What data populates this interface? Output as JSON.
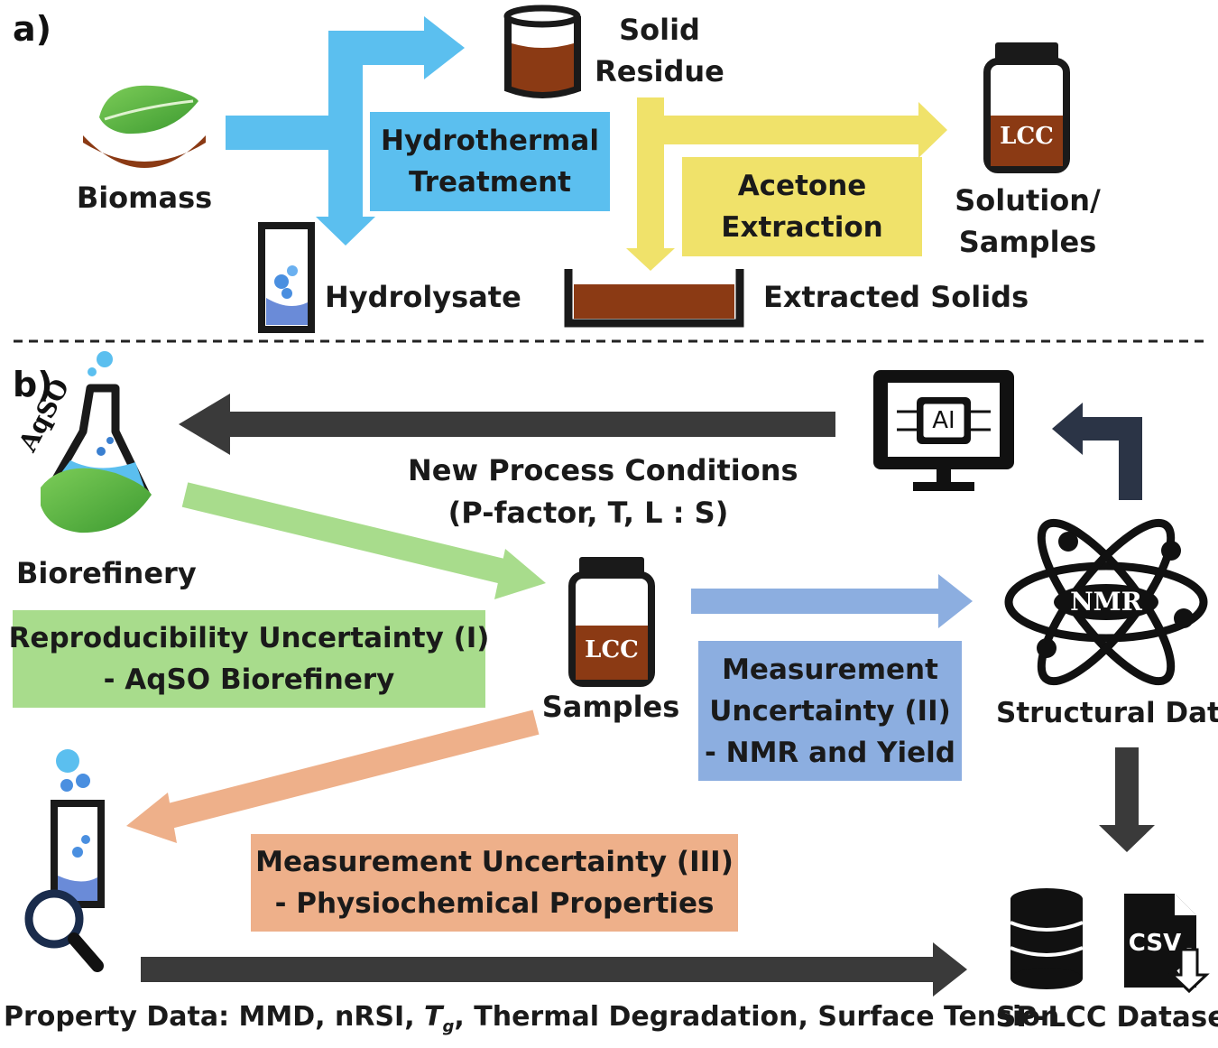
{
  "panel_a": {
    "label": "a)",
    "biomass": "Biomass",
    "solid_residue": [
      "Solid",
      "Residue"
    ],
    "hydrothermal": [
      "Hydrothermal",
      "Treatment"
    ],
    "hydrolysate": "Hydrolysate",
    "acetone": [
      "Acetone",
      "Extraction"
    ],
    "lcc_jar": "LCC",
    "solution_samples": [
      "Solution/",
      "Samples"
    ],
    "extracted_solids": "Extracted Solids"
  },
  "panel_b": {
    "label": "b)",
    "aqso": "AqSO",
    "biorefinery": "Biorefinery",
    "ai": "AI",
    "new_process": [
      "New Process Conditions",
      "(P-factor, T, L : S)"
    ],
    "reproducibility": [
      "Reproducibility Uncertainty (I)",
      "- AqSO Biorefinery"
    ],
    "lcc_jar": "LCC",
    "samples": "Samples",
    "measurement_ii": [
      "Measurement",
      "Uncertainty (II)",
      "- NMR and Yield"
    ],
    "nmr": "NMR",
    "structural": "Structural Data",
    "measurement_iii": [
      "Measurement Uncertainty (III)",
      "- Physiochemical Properties"
    ],
    "property_prefix": "Property Data: MMD, nRSI, ",
    "tg_main": "T",
    "tg_sub": "g",
    "property_suffix": ", Thermal Degradation, Surface Tension",
    "csv": "CSV",
    "dataset": "SP-LCC Dataset"
  },
  "colors": {
    "blue": "#5bbfef",
    "yellow": "#f0e26a",
    "green": "#a8dc8c",
    "light_blue": "#8caee0",
    "orange": "#eeb08a",
    "dark": "#3a3a3a",
    "brown": "#8b3a14",
    "leaf": "#4ea83c"
  }
}
